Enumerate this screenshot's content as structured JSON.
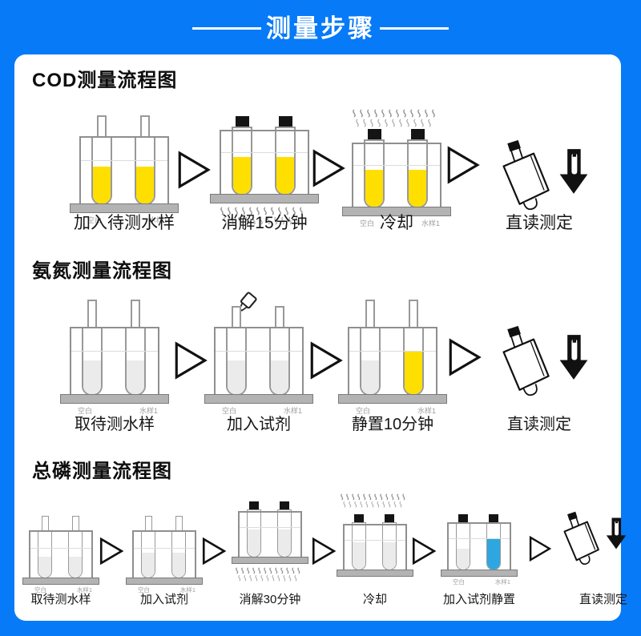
{
  "header": {
    "title": "测量步骤"
  },
  "colors": {
    "background": "#077af8",
    "panel": "#ffffff",
    "sample_yellow": "#ffdf00",
    "sample_clear": "#ebebeb",
    "sample_blue": "#2ea7e0"
  },
  "tube_labels": {
    "blank": "空白",
    "sample": "水样1"
  },
  "sections": [
    {
      "title": "COD测量流程图",
      "steps": [
        {
          "caption": "加入待测水样"
        },
        {
          "caption": "消解15分钟"
        },
        {
          "caption": "冷却"
        },
        {
          "caption": "直读测定"
        }
      ]
    },
    {
      "title": "氨氮测量流程图",
      "steps": [
        {
          "caption": "取待测水样"
        },
        {
          "caption": "加入试剂"
        },
        {
          "caption": "静置10分钟"
        },
        {
          "caption": "直读测定"
        }
      ]
    },
    {
      "title": "总磷测量流程图",
      "steps": [
        {
          "caption": "取待测水样"
        },
        {
          "caption": "加入试剂"
        },
        {
          "caption": "消解30分钟"
        },
        {
          "caption": "冷却"
        },
        {
          "caption": "加入试剂静置"
        },
        {
          "caption": "直读测定"
        }
      ]
    }
  ]
}
